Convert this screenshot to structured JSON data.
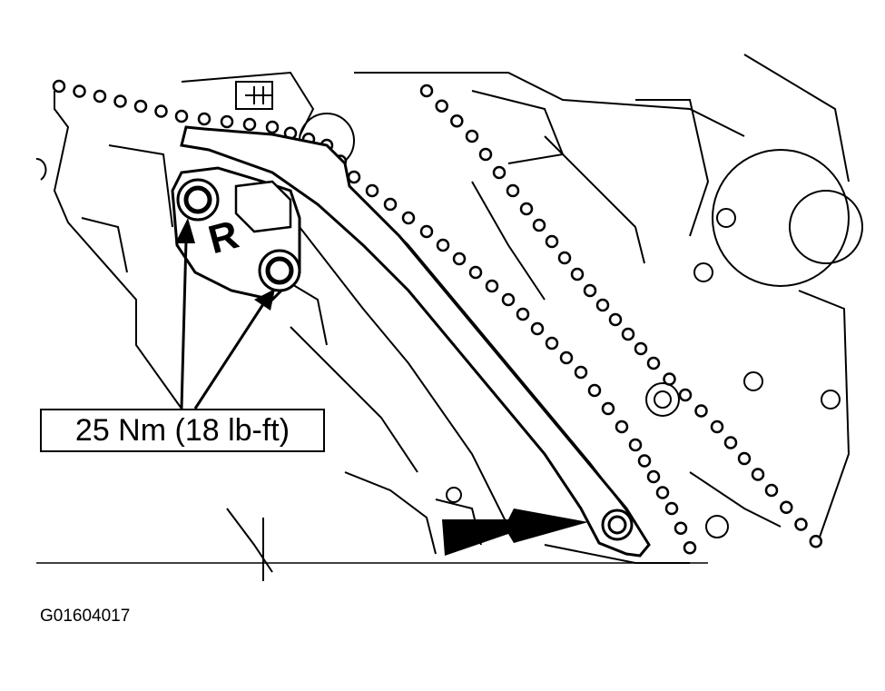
{
  "callout": {
    "torque_label": "25 Nm (18 lb-ft)"
  },
  "tensioner": {
    "label": "R"
  },
  "figure": {
    "id": "G01604017"
  },
  "colors": {
    "line": "#000000",
    "background": "#ffffff"
  },
  "icons": [
    "bolt-icon",
    "arrow-icon",
    "chain-link-icon"
  ]
}
